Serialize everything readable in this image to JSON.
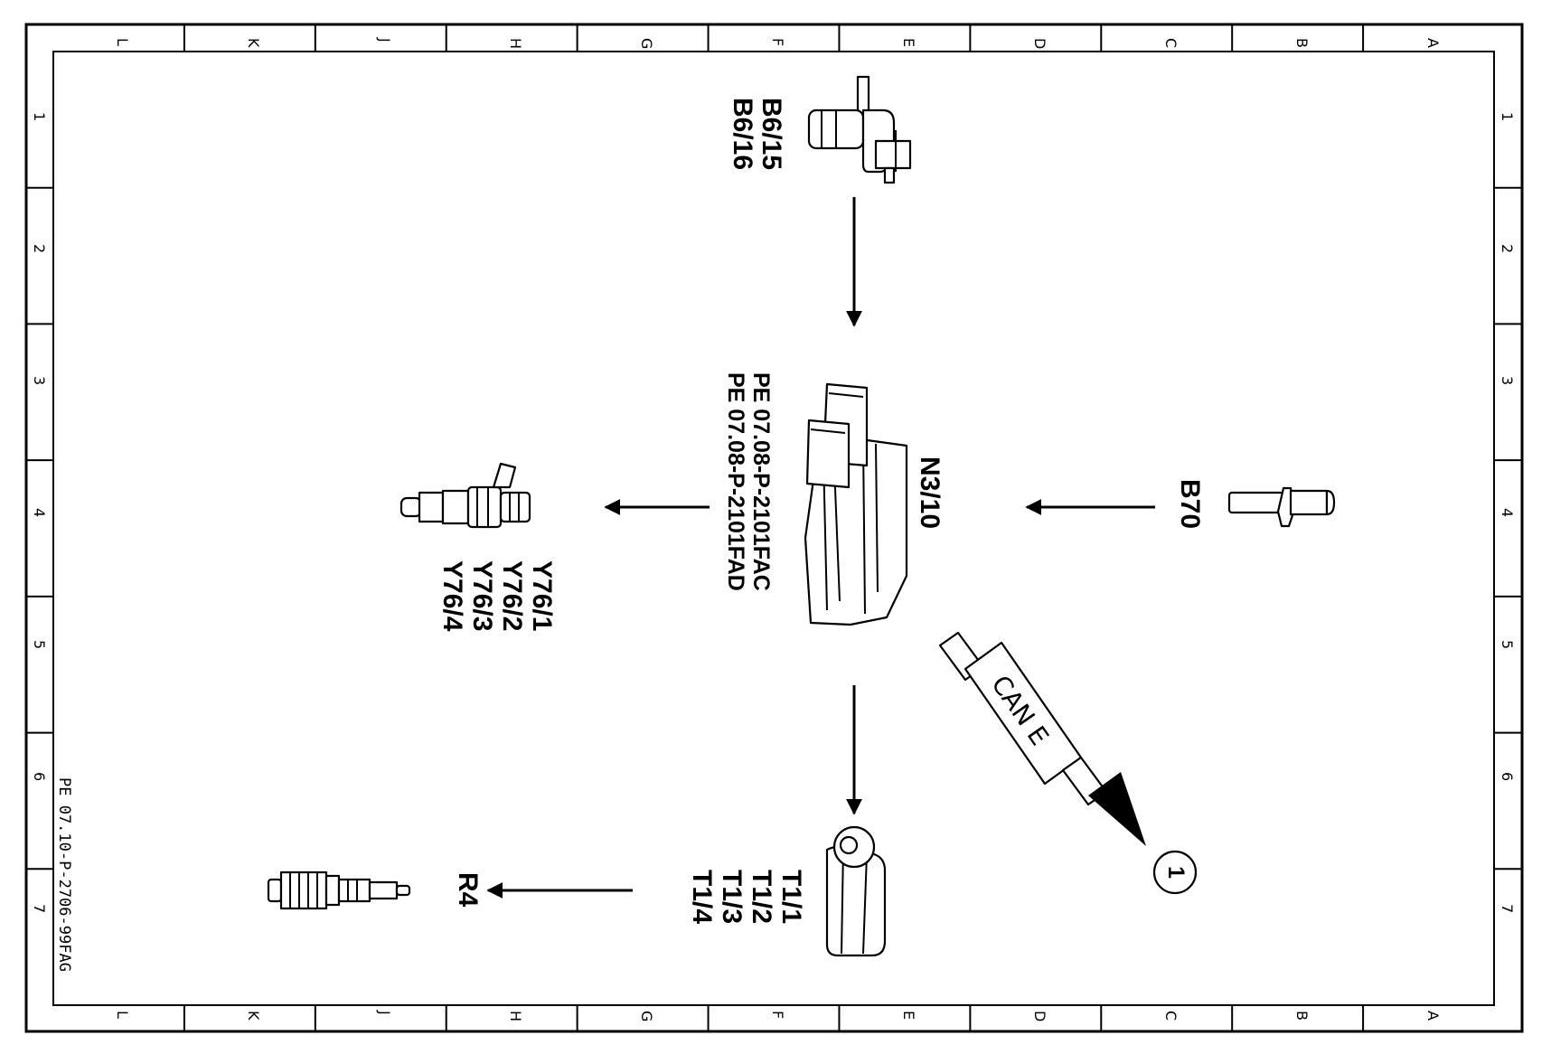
{
  "frame": {
    "columns": [
      "L",
      "K",
      "J",
      "H",
      "G",
      "F",
      "E",
      "D",
      "C",
      "B",
      "A"
    ],
    "rows": [
      "1",
      "2",
      "3",
      "4",
      "5",
      "6",
      "7"
    ]
  },
  "components": {
    "camshaft_sensor": {
      "labels": [
        "B6/15",
        "B6/16"
      ]
    },
    "crank_sensor": {
      "labels": [
        "B70"
      ]
    },
    "ecu": {
      "label": "N3/10",
      "refs": [
        "PE 07.08-P-2101FAC",
        "PE 07.08-P-2101FAD"
      ]
    },
    "injector": {
      "labels": [
        "Y76/1",
        "Y76/2",
        "Y76/3",
        "Y76/4"
      ]
    },
    "ignition_coil": {
      "labels": [
        "T1/1",
        "T1/2",
        "T1/3",
        "T1/4"
      ]
    },
    "spark_plug": {
      "labels": [
        "R4"
      ]
    },
    "can_bus": {
      "label": "CAN E",
      "target": "1"
    }
  },
  "document_id": "PE 07.10-P-2706-99FAG"
}
